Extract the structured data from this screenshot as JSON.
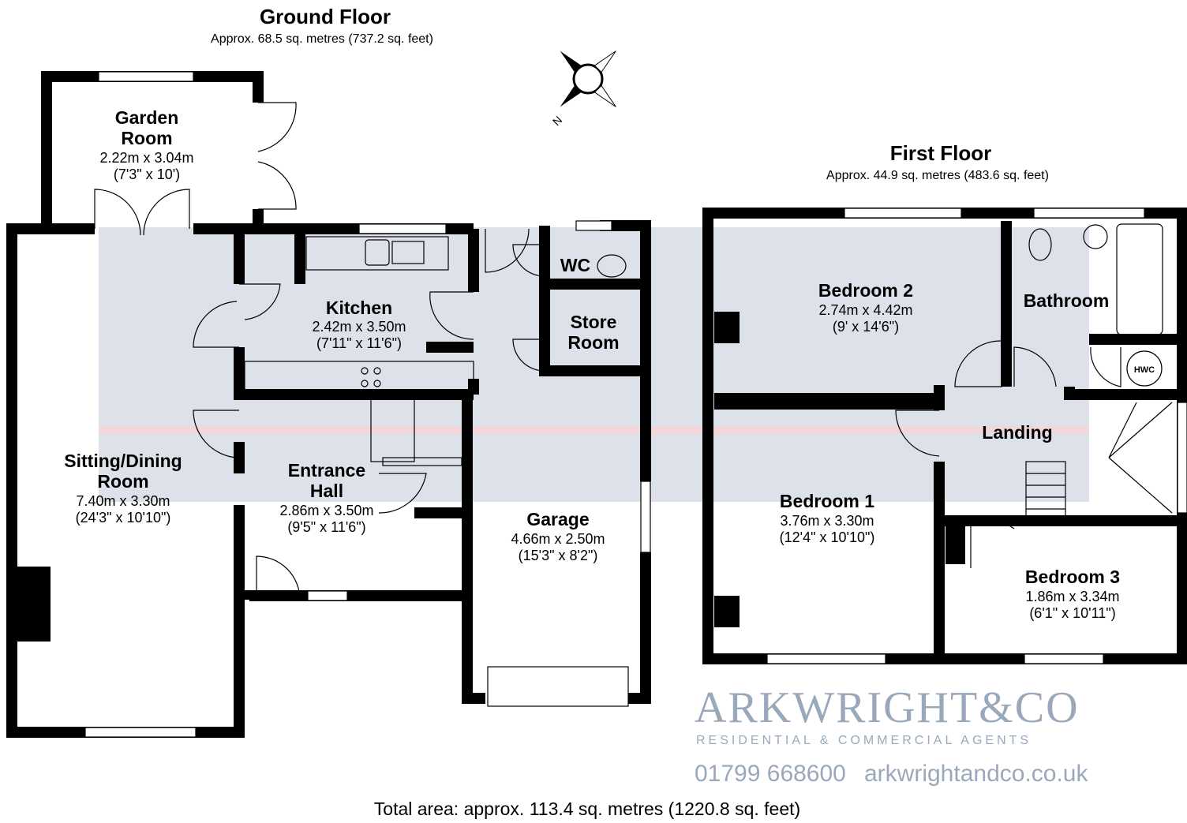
{
  "ground_floor": {
    "title": "Ground Floor",
    "area": "Approx. 68.5 sq. metres (737.2 sq. feet)",
    "rooms": [
      {
        "name_lines": [
          "Garden",
          "Room"
        ],
        "dims": "2.22m x 3.04m",
        "imperial": "(7'3\" x 10')"
      },
      {
        "name_lines": [
          "Kitchen"
        ],
        "dims": "2.42m x 3.50m",
        "imperial": "(7'11\" x 11'6\")"
      },
      {
        "name_lines": [
          "WC"
        ]
      },
      {
        "name_lines": [
          "Store",
          "Room"
        ]
      },
      {
        "name_lines": [
          "Sitting/Dining",
          "Room"
        ],
        "dims": "7.40m x 3.30m",
        "imperial": "(24'3\" x 10'10\")"
      },
      {
        "name_lines": [
          "Entrance",
          "Hall"
        ],
        "dims": "2.86m x 3.50m",
        "imperial": "(9'5\" x 11'6\")"
      },
      {
        "name_lines": [
          "Garage"
        ],
        "dims": "4.66m x 2.50m",
        "imperial": "(15'3\" x 8'2\")"
      }
    ]
  },
  "first_floor": {
    "title": "First Floor",
    "area": "Approx. 44.9 sq. metres (483.6 sq. feet)",
    "rooms": [
      {
        "name_lines": [
          "Bedroom 2"
        ],
        "dims": "2.74m x 4.42m",
        "imperial": "(9' x 14'6\")"
      },
      {
        "name_lines": [
          "Bathroom"
        ]
      },
      {
        "name_lines": [
          "HWC"
        ]
      },
      {
        "name_lines": [
          "Landing"
        ]
      },
      {
        "name_lines": [
          "Bedroom 1"
        ],
        "dims": "3.76m x 3.30m",
        "imperial": "(12'4\" x 10'10\")"
      },
      {
        "name_lines": [
          "Bedroom 3"
        ],
        "dims": "1.86m x 3.34m",
        "imperial": "(6'1\" x 10'11\")"
      }
    ]
  },
  "compass": {
    "label": "N"
  },
  "watermark": {
    "brand": "ARKWRIGHT&CO",
    "tagline": "RESIDENTIAL & COMMERCIAL AGENTS",
    "phone": "01799 668600",
    "website": "arkwrightandco.co.uk"
  },
  "total_area": "Total area: approx. 113.4 sq. metres (1220.8 sq. feet)"
}
